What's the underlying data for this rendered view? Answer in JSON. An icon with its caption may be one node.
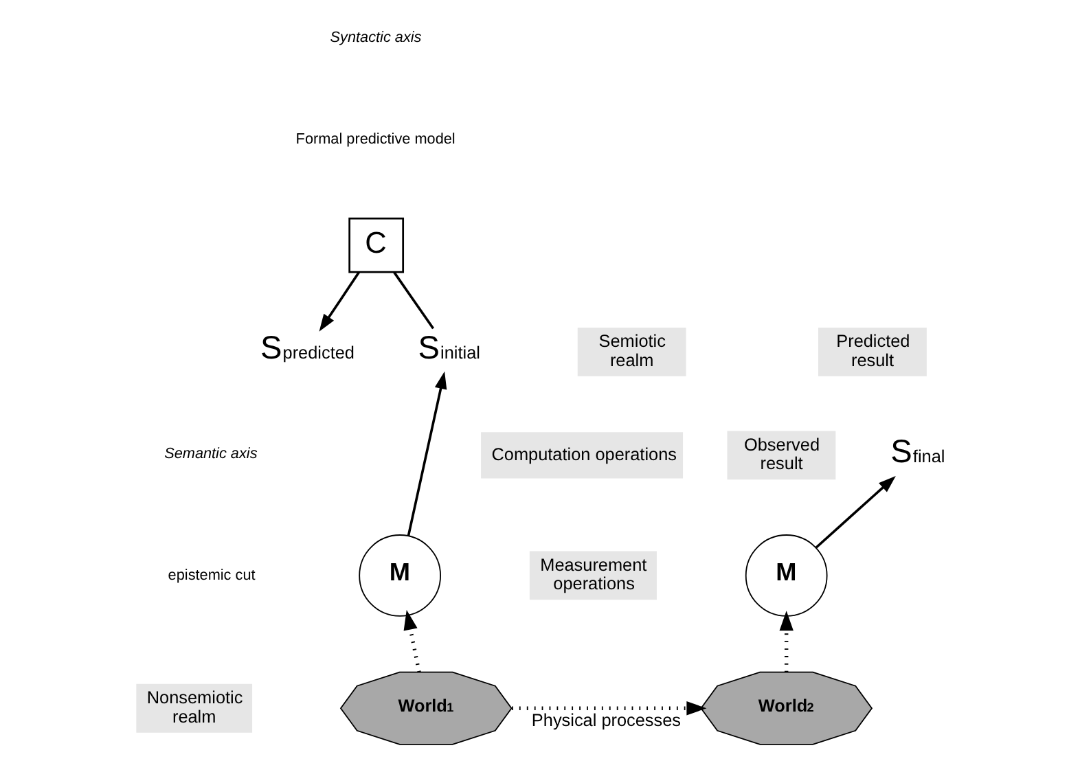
{
  "diagram": {
    "nodes": [
      {
        "text": [
          "S$_{initial}$"
        ]
      },
      {
        "text": [
          "C"
        ]
      },
      {
        "text": [
          "S$_{predicted}$"
        ]
      },
      {
        "text": [
          "S$_{final}$"
        ]
      },
      {
        "text": [
          "M"
        ]
      },
      {
        "text": [
          "M"
        ]
      },
      {
        "text": [
          "World$_{1}$"
        ]
      },
      {
        "text": [
          "World$_{2}$"
        ]
      },
      {
        "text": [
          "Predicted result"
        ]
      },
      {
        "text": [
          "Semiotic realm"
        ]
      },
      {
        "text": [
          "Computation operations"
        ]
      },
      {
        "text": [
          "Observed result"
        ]
      },
      {
        "text": [
          "Measurement operations"
        ]
      },
      {
        "text": [
          "Nonsemiotic realm"
        ]
      }
    ],
    "edges": [
      {
        "from": 0,
        "to": 1,
        "arrow": "none"
      },
      {
        "from": 1,
        "to": 2,
        "arrow": "to"
      },
      {
        "from": 4,
        "to": 0,
        "arrow": "to"
      },
      {
        "from": 5,
        "to": 3,
        "arrow": "to"
      },
      {
        "from": 6,
        "to": 4,
        "arrow": "to",
        "style": "dashed"
      },
      {
        "from": 7,
        "to": 5,
        "arrow": "to",
        "style": "dashed"
      },
      {
        "from": 6,
        "to": 7,
        "arrow": "to",
        "style": "dashed",
        "label": "Physical processes"
      }
    ],
    "labels": [
      "Syntactic axis",
      "Formal predictive model",
      "Semantic axis",
      "epistemic cut"
    ]
  }
}
